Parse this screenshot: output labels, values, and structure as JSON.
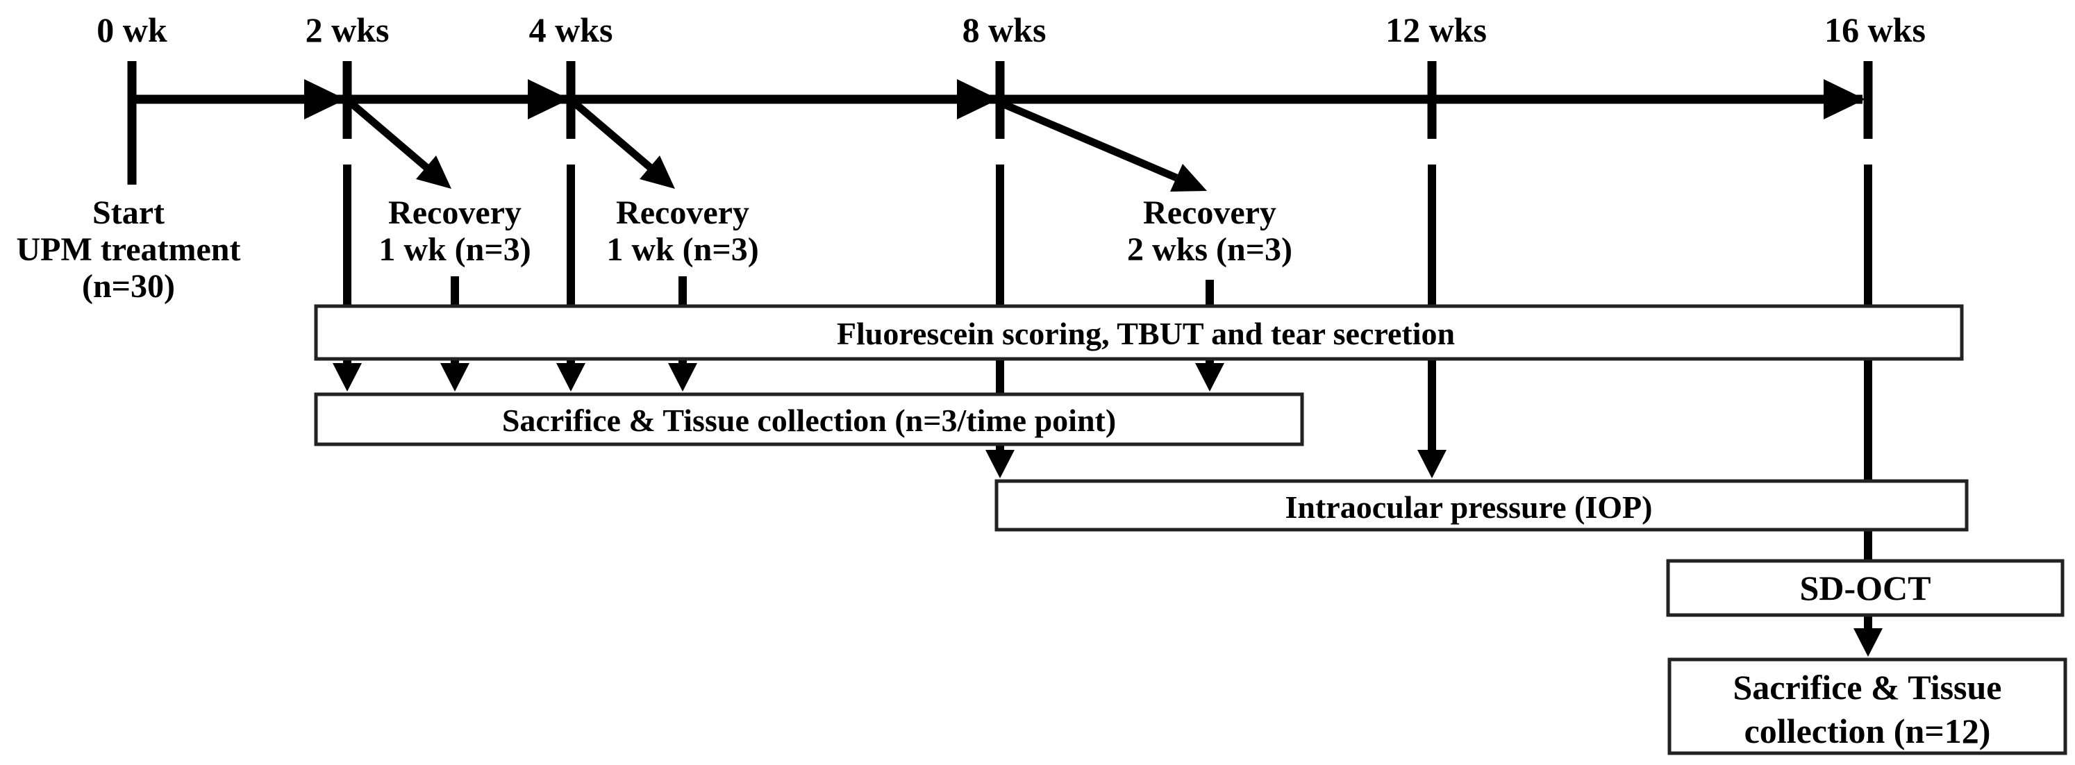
{
  "timeline": {
    "timepoints": [
      {
        "label": "0 wk"
      },
      {
        "label": "2 wks"
      },
      {
        "label": "4 wks"
      },
      {
        "label": "8 wks"
      },
      {
        "label": "12 wks"
      },
      {
        "label": "16 wks"
      }
    ],
    "start_block": {
      "line1": "Start",
      "line2": "UPM treatment",
      "line3": "(n=30)"
    },
    "recoveries": [
      {
        "line1": "Recovery",
        "line2": "1 wk (n=3)"
      },
      {
        "line1": "Recovery",
        "line2": "1 wk (n=3)"
      },
      {
        "line1": "Recovery",
        "line2": "2 wks (n=3)"
      }
    ]
  },
  "boxes": {
    "fluorescein": {
      "label": "Fluorescein scoring, TBUT and tear secretion"
    },
    "sacrifice_timepoints": {
      "label": "Sacrifice & Tissue collection (n=3/time point)"
    },
    "iop": {
      "label": "Intraocular pressure (IOP)"
    },
    "sd_oct": {
      "label": "SD-OCT"
    },
    "sacrifice_final": {
      "line1": "Sacrifice & Tissue",
      "line2": "collection (n=12)"
    }
  },
  "colors": {
    "ink": "#000000",
    "background": "#ffffff"
  }
}
